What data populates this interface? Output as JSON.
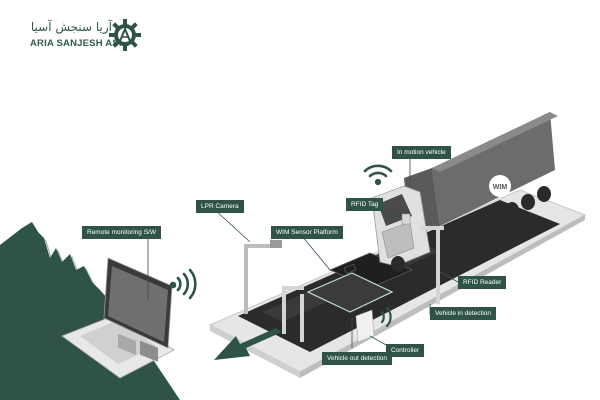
{
  "brand": {
    "name_fa": "آریا سنجش آسیا",
    "name_en": "ARIA SANJESH ASIA"
  },
  "labels": {
    "in_motion_vehicle": "In motion vehicle",
    "rfid_tag": "RFID Tag",
    "lpr_camera": "LPR Camera",
    "wim_sensor_platform": "WIM Sensor Platform",
    "remote_monitoring": "Remote monitoring S/W",
    "rfid_reader": "RFID Reader",
    "vehicle_in_detection": "Vehicle in detection",
    "controller": "Controller",
    "vehicle_out_detection": "Vehicle out detection"
  },
  "colors": {
    "brand_green": "#2f5446",
    "road_dark": "#2b2b2b",
    "truck_body": "#6c6c6c",
    "curb": "#d9d9d9"
  },
  "icons": [
    "gear-icon",
    "wifi-signal-icon",
    "arrow-left-icon",
    "laptop-icon",
    "camera-icon"
  ]
}
